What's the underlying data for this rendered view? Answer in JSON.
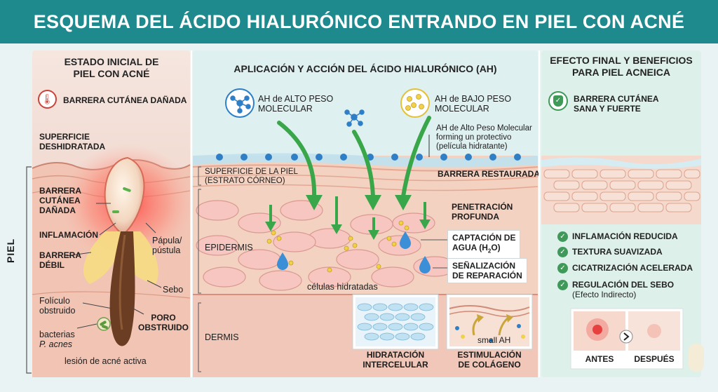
{
  "title": "ESQUEMA DEL ÁCIDO HIALURÓNICO ENTRANDO EN PIEL CON ACNÉ",
  "left": {
    "heading_l1": "ESTADO INICIAL DE",
    "heading_l2": "PIEL CON ACNÉ",
    "badge": "BARRERA CUTÁNEA DAÑADA",
    "superficie_l1": "SUPERFICIE",
    "superficie_l2": "DESHIDRATADA",
    "barrera_l1": "BARRERA",
    "barrera_l2": "CUTÁNEA",
    "barrera_l3": "DAÑADA",
    "inflamacion": "INFLAMACIÓN",
    "debil_l1": "BARRERA",
    "debil_l2": "DÉBIL",
    "papula_l1": "Pápula/",
    "papula_l2": "pústula",
    "sebo": "Sebo",
    "foliculo_l1": "Folículo",
    "foliculo_l2": "obstruido",
    "poro_l1": "PORO",
    "poro_l2": "OBSTRUIDO",
    "bacterias_l1": "bacterias",
    "bacterias_l2": "P. acnes",
    "lesion": "lesión de acné activa",
    "piel": "PIEL"
  },
  "middle": {
    "heading": "APLICACIÓN Y ACCIÓN DEL ÁCIDO HIALURÓNICO (AH)",
    "alto_l1": "AH de ALTO PESO",
    "alto_l2": "MOLECULAR",
    "bajo_l1": "AH de BAJO PESO",
    "bajo_l2": "MOLECULAR",
    "film_l1": "AH de Alto Peso Molecular",
    "film_l2": "forming un protectivo",
    "film_l3": "(película hidratante)",
    "superficie_l1": "SUPERFICIE DE LA PIEL",
    "superficie_l2": "(ESTRATO CÓRNEO)",
    "barrera_restaurada": "BARRERA RESTAURADA",
    "penetracion_l1": "PENETRACIÓN",
    "penetracion_l2": "PROFUNDA",
    "captacion_l1": "CAPTACIÓN DE",
    "captacion_l2": "AGUA (H",
    "captacion_sub": "2",
    "captacion_end": "O)",
    "senal_l1": "SEÑALIZACIÓN",
    "senal_l2": "DE REPARACIÓN",
    "epidermis": "EPIDERMIS",
    "celulas": "células hidratadas",
    "dermis": "DERMIS",
    "hidratacion_l1": "HIDRATACIÓN",
    "hidratacion_l2": "INTERCELULAR",
    "small_ah": "small AH",
    "colageno_l1": "ESTIMULACIÓN",
    "colageno_l2": "DE COLÁGENO"
  },
  "right": {
    "heading_l1": "EFECTO FINAL Y BENEFICIOS",
    "heading_l2": "PARA PIEL ACNEICA",
    "badge_l1": "BARRERA CUTÁNEA",
    "badge_l2": "SANA Y FUERTE",
    "benefits": [
      "INFLAMACIÓN REDUCIDA",
      "TEXTURA SUAVIZADA",
      "CICATRIZACIÓN ACELERADA",
      "REGULACIÓN DEL SEBO"
    ],
    "benefit_note": "(Efecto Indirecto)",
    "antes": "ANTES",
    "despues": "DESPUÉS"
  },
  "colors": {
    "banner": "#1f8a8e",
    "arrow": "#3aa64a",
    "water": "#3b82c4"
  }
}
